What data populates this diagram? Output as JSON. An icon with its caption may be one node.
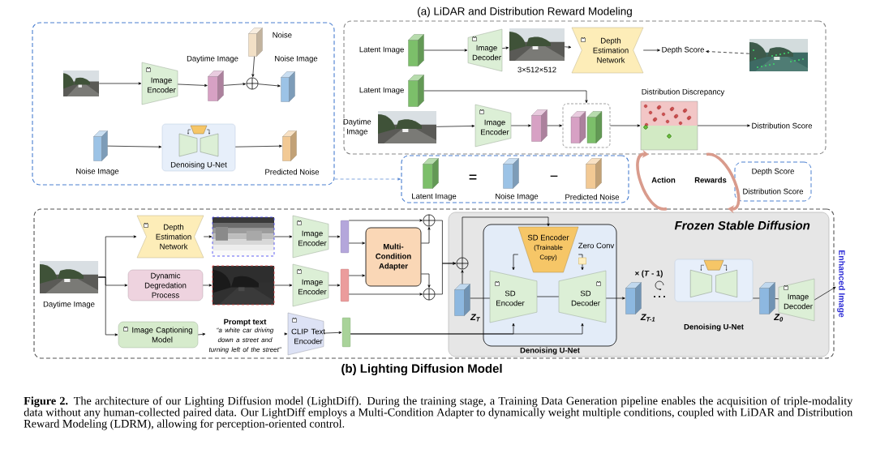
{
  "diagram": {
    "caption": "**Figure 2.** The architecture of our Lighting Diffusion model (LightDiff). During the training stage, a Training Data Generation pipeline enables the acquisition of triple-modality data without any human-collected paired data. Our LightDiff employs a Multi-Condition Adapter to dynamically weight multiple conditions, coupled with LiDAR and Distribution Reward Modeling (LDRM), allowing for perception-oriented control.",
    "nodes": [
      {
        "text": [],
        "shape": "box"
      },
      {
        "text": [],
        "shape": "picture",
        "in": 0
      },
      {
        "text": [
          "Image Encoder"
        ],
        "in": 0
      },
      {
        "text": [
          "Daytime Image"
        ],
        "in": 0
      },
      {
        "text": [
          "Noise"
        ],
        "in": 0
      },
      {
        "text": [],
        "shape": "circle",
        "in": 0
      },
      {
        "text": [
          "Noise Image"
        ],
        "in": 0
      },
      {
        "text": [
          "Noise Image"
        ],
        "in": 0
      },
      {
        "text": [
          "Denoising U-Net"
        ],
        "in": 0
      },
      {
        "text": [
          "Predicted Noise"
        ],
        "in": 0
      },
      {
        "text": [
          "(a) LiDAR and Distribution Reward Modeling"
        ]
      },
      {
        "text": [
          "Latent Image"
        ],
        "in": 10
      },
      {
        "text": [
          "Image Decoder"
        ],
        "in": 10
      },
      {
        "text": [
          "3×512×512"
        ],
        "in": 10
      },
      {
        "text": [
          "Depth Estimation Network"
        ],
        "in": 10
      },
      {
        "text": [
          "Depth Score"
        ],
        "in": 10
      },
      {
        "text": [],
        "shape": "picture",
        "in": 10
      },
      {
        "text": [
          "Latent Image"
        ],
        "in": 10
      },
      {
        "text": [
          "Daytime Image"
        ],
        "in": 10
      },
      {
        "text": [
          "Image Encoder"
        ],
        "in": 10
      },
      {
        "text": [],
        "shape": "box",
        "in": 10
      },
      {
        "text": [],
        "shape": "box",
        "in": 10
      },
      {
        "text": [
          "Distribution Discrepancy"
        ],
        "in": 10
      },
      {
        "text": [
          "Distribution Score"
        ],
        "in": 10
      },
      {
        "text": [],
        "shape": "box"
      },
      {
        "text": [
          "Latent Image"
        ],
        "in": 24
      },
      {
        "text": [
          "Noise Image"
        ],
        "in": 24
      },
      {
        "text": [
          "Predicted Noise"
        ],
        "in": 24
      },
      {
        "text": [
          "Depth Score",
          "Distribution Score"
        ]
      },
      {
        "text": [
          "(b) Lighting Diffusion Model"
        ]
      },
      {
        "text": [
          "Daytime Image"
        ],
        "in": 29
      },
      {
        "text": [
          "Depth Estimation Network"
        ],
        "in": 29
      },
      {
        "text": [],
        "shape": "picture",
        "in": 29
      },
      {
        "text": [
          "Image Encoder"
        ],
        "in": 29
      },
      {
        "text": [],
        "shape": "bar",
        "in": 29
      },
      {
        "text": [
          "Dynamic Degredation Process"
        ],
        "in": 29
      },
      {
        "text": [],
        "shape": "picture",
        "in": 29
      },
      {
        "text": [
          "Image Encoder"
        ],
        "in": 29
      },
      {
        "text": [],
        "shape": "bar",
        "in": 29
      },
      {
        "text": [
          "Image Captioning Model"
        ],
        "in": 29
      },
      {
        "text": [
          "Prompt text",
          "“a white car driving down a street and turning left of the street”"
        ],
        "in": 29
      },
      {
        "text": [
          "CLIP Text Encoder"
        ],
        "in": 29
      },
      {
        "text": [],
        "shape": "bar",
        "in": 29
      },
      {
        "text": [
          "Multi-Condition Adapter"
        ],
        "in": 29
      },
      {
        "text": [],
        "shape": "circle",
        "in": 29
      },
      {
        "text": [],
        "shape": "circle",
        "in": 29
      },
      {
        "text": [
          "Frozen Stable Diffusion"
        ],
        "in": 29
      },
      {
        "text": [],
        "shape": "circle",
        "in": 46
      },
      {
        "text": [
          "Denoising U-Net"
        ],
        "in": 46
      },
      {
        "text": [
          "SD Encoder",
          "(Trainable Copy)"
        ],
        "in": 48
      },
      {
        "text": [
          "Zero Conv"
        ],
        "in": 48
      },
      {
        "text": [
          "SD Encoder"
        ],
        "in": 48
      },
      {
        "text": [
          "SD Decoder"
        ],
        "in": 48
      },
      {
        "text": [
          "Z$_{T}$"
        ],
        "in": 46
      },
      {
        "text": [
          "Z$_{T-1}$"
        ],
        "in": 46
      },
      {
        "text": [
          "Denoising U-Net"
        ],
        "in": 46
      },
      {
        "text": [
          "Z$_{0}$"
        ],
        "in": 46
      },
      {
        "text": [
          "Image Decoder"
        ],
        "in": 46
      },
      {
        "text": [
          "Enhanced Image"
        ]
      }
    ],
    "edges": [
      {
        "from": 1,
        "to": 2,
        "arrow": "to"
      },
      {
        "from": 2,
        "to": 3,
        "arrow": "to"
      },
      {
        "from": 3,
        "to": 5,
        "arrow": "to"
      },
      {
        "from": 4,
        "to": 5,
        "arrow": "to"
      },
      {
        "from": 5,
        "to": 6,
        "arrow": "to"
      },
      {
        "from": 7,
        "to": 8,
        "arrow": "to"
      },
      {
        "from": 8,
        "to": 9,
        "arrow": "to"
      },
      {
        "from": 11,
        "to": 12,
        "arrow": "to"
      },
      {
        "from": 12,
        "to": 13,
        "arrow": "to"
      },
      {
        "from": 13,
        "to": 14,
        "arrow": "to"
      },
      {
        "from": 14,
        "to": 15,
        "arrow": "to"
      },
      {
        "from": 16,
        "to": 15,
        "arrow": "to",
        "style": "dashed"
      },
      {
        "from": 17,
        "to": 21,
        "arrow": "to"
      },
      {
        "from": 18,
        "to": 19,
        "arrow": "to"
      },
      {
        "from": 19,
        "to": 20,
        "arrow": "to"
      },
      {
        "from": 20,
        "to": 21,
        "arrow": "to"
      },
      {
        "from": 21,
        "to": 22,
        "arrow": "to"
      },
      {
        "from": 22,
        "to": 23,
        "arrow": "to"
      },
      {
        "from": 0,
        "to": 24,
        "arrow": "to",
        "style": "dashed",
        "color": "#4a7fd0"
      },
      {
        "from": 29,
        "to": 10,
        "arrow": "to",
        "label": "Action",
        "style": "thick",
        "color": "#d99b8c"
      },
      {
        "from": 10,
        "to": 29,
        "arrow": "to",
        "label": "Rewards",
        "style": "thick",
        "color": "#d99b8c"
      },
      {
        "from": 30,
        "to": 31,
        "arrow": "to"
      },
      {
        "from": 30,
        "to": 35,
        "arrow": "to"
      },
      {
        "from": 30,
        "to": 39,
        "arrow": "to"
      },
      {
        "from": 31,
        "to": 32,
        "arrow": "to"
      },
      {
        "from": 32,
        "to": 33,
        "arrow": "to"
      },
      {
        "from": 33,
        "to": 34,
        "arrow": "to"
      },
      {
        "from": 34,
        "to": 44,
        "arrow": "to"
      },
      {
        "from": 34,
        "to": 43,
        "arrow": "to"
      },
      {
        "from": 35,
        "to": 36,
        "arrow": "to"
      },
      {
        "from": 36,
        "to": 37,
        "arrow": "to"
      },
      {
        "from": 37,
        "to": 38,
        "arrow": "to"
      },
      {
        "from": 38,
        "to": 43,
        "arrow": "to"
      },
      {
        "from": 38,
        "to": 45,
        "arrow": "to"
      },
      {
        "from": 43,
        "to": 44,
        "arrow": "to"
      },
      {
        "from": 43,
        "to": 45,
        "arrow": "to"
      },
      {
        "from": 39,
        "to": 40,
        "arrow": "to"
      },
      {
        "from": 40,
        "to": 41,
        "arrow": "to"
      },
      {
        "from": 41,
        "to": 42,
        "arrow": "to"
      },
      {
        "from": 42,
        "to": 51,
        "arrow": "to"
      },
      {
        "from": 42,
        "to": 52,
        "arrow": "to"
      },
      {
        "from": 44,
        "to": 47,
        "arrow": "to"
      },
      {
        "from": 45,
        "to": 47,
        "arrow": "to"
      },
      {
        "from": 53,
        "to": 47,
        "arrow": "to"
      },
      {
        "from": 47,
        "to": 49,
        "arrow": "to"
      },
      {
        "from": 53,
        "to": 51,
        "arrow": "none"
      },
      {
        "from": 51,
        "to": 52,
        "arrow": "none"
      },
      {
        "from": 49,
        "to": 51,
        "arrow": "to"
      },
      {
        "from": 49,
        "to": 50,
        "arrow": "none"
      },
      {
        "from": 50,
        "to": 52,
        "arrow": "to"
      },
      {
        "from": 52,
        "to": 54,
        "arrow": "to"
      },
      {
        "from": 55,
        "to": 56,
        "arrow": "none"
      },
      {
        "from": 56,
        "to": 57,
        "arrow": "none"
      },
      {
        "from": 57,
        "to": 58,
        "arrow": "to"
      }
    ],
    "labels": [
      "=",
      "−",
      "× (*T* - 1)"
    ]
  }
}
